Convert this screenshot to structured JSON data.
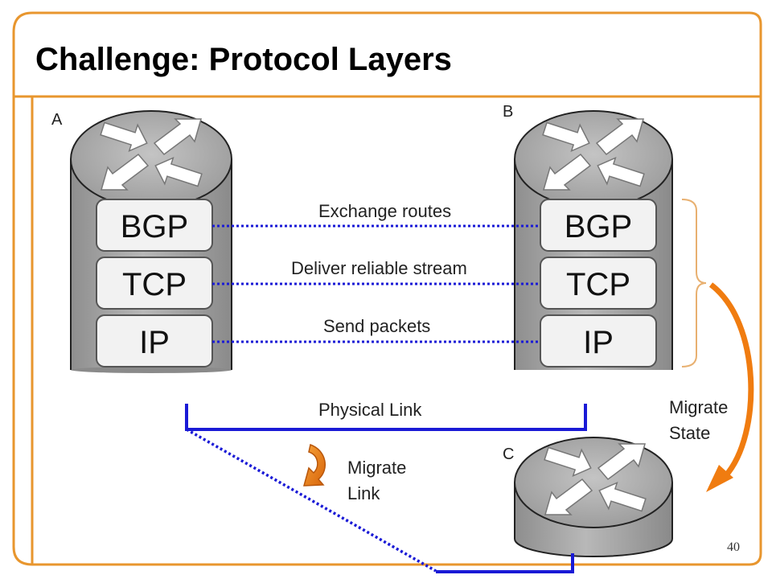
{
  "slide": {
    "title": "Challenge: Protocol Layers",
    "page_number": "40"
  },
  "routers": {
    "a": {
      "label": "A",
      "layers": [
        "BGP",
        "TCP",
        "IP"
      ]
    },
    "b": {
      "label": "B",
      "layers": [
        "BGP",
        "TCP",
        "IP"
      ]
    },
    "c": {
      "label": "C"
    }
  },
  "connections": {
    "exchange_routes": "Exchange routes",
    "deliver_reliable_stream": "Deliver reliable stream",
    "send_packets": "Send packets",
    "physical_link": "Physical Link"
  },
  "annotations": {
    "migrate_link_line1": "Migrate",
    "migrate_link_line2": "Link",
    "migrate_state_line1": "Migrate",
    "migrate_state_line2": "State"
  },
  "colors": {
    "frame": "#e8962e",
    "link_blue": "#1a1ad6",
    "arrow_orange": "#f07c10",
    "cylinder_fill": "#aaaaaa",
    "layer_box_fill": "#f2f2f2"
  }
}
